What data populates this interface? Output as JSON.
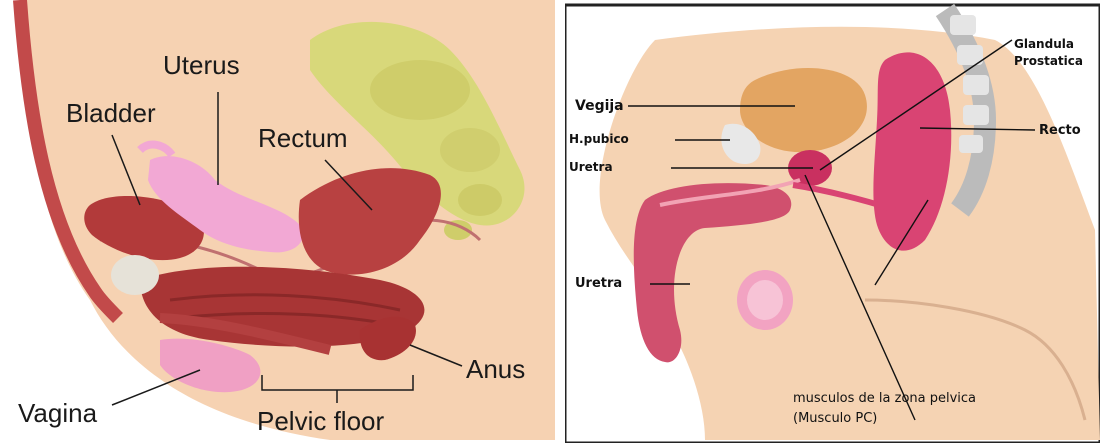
{
  "female_diagram": {
    "labels": {
      "uterus": "Uterus",
      "bladder": "Bladder",
      "rectum": "Rectum",
      "anus": "Anus",
      "vagina": "Vagina",
      "pelvic_floor": "Pelvic floor"
    },
    "colors": {
      "skin": "#f3c9a6",
      "muscle": "#b8413e",
      "uterus": "#f0a7d0",
      "bone": "#d6d47a",
      "frame": "#e9e2d2"
    }
  },
  "male_diagram": {
    "labels": {
      "vegija": "Vegija",
      "h_pubico": "H.pubico",
      "uretra_top": "Uretra",
      "uretra_bottom": "Uretra",
      "glandula_line1": "Glandula",
      "glandula_line2": "Prostatica",
      "recto": "Recto",
      "musculos_line1": "musculos de la zona pelvica",
      "musculos_line2": "(Musculo PC)"
    },
    "colors": {
      "skin": "#f4cfae",
      "frame": "#2b2b2b",
      "organ": "#d94473",
      "bladder": "#e0a060"
    }
  }
}
